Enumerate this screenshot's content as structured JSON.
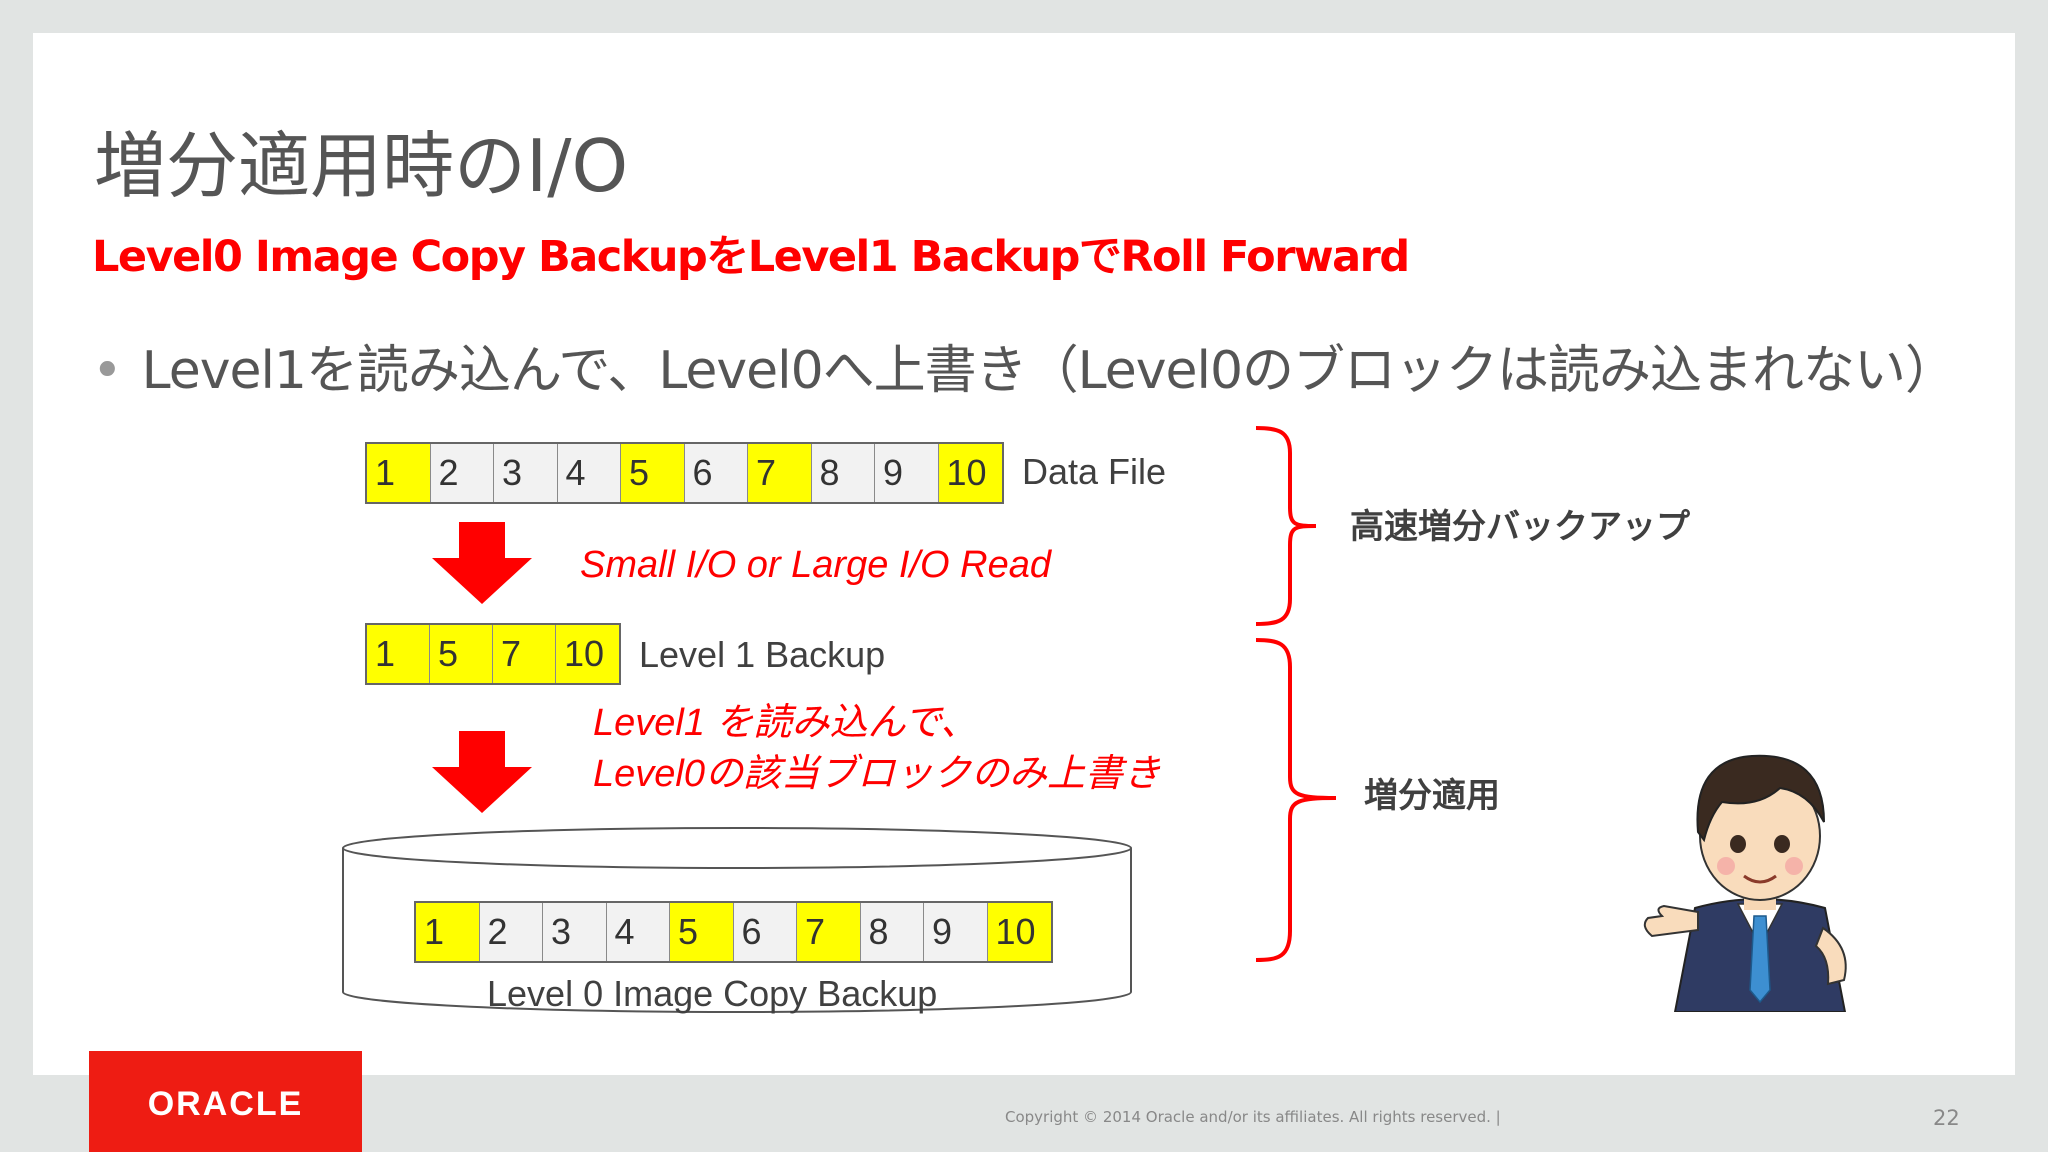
{
  "slide": {
    "title": "増分適用時のI/O",
    "subtitle": "Level0 Image Copy BackupをLevel1 BackupでRoll Forward",
    "bullet": "Level1を読み込んで、Level0へ上書き（Level0のブロックは読み込まれない）",
    "bullet_symbol": "•"
  },
  "diagram": {
    "data_file": {
      "label": "Data File",
      "cells": [
        {
          "value": "1",
          "highlight": true
        },
        {
          "value": "2",
          "highlight": false
        },
        {
          "value": "3",
          "highlight": false
        },
        {
          "value": "4",
          "highlight": false
        },
        {
          "value": "5",
          "highlight": true
        },
        {
          "value": "6",
          "highlight": false
        },
        {
          "value": "7",
          "highlight": true
        },
        {
          "value": "8",
          "highlight": false
        },
        {
          "value": "9",
          "highlight": false
        },
        {
          "value": "10",
          "highlight": true
        }
      ]
    },
    "read_note": "Small I/O or Large I/O Read",
    "level1_backup": {
      "label": "Level 1 Backup",
      "cells": [
        {
          "value": "1",
          "highlight": true
        },
        {
          "value": "5",
          "highlight": true
        },
        {
          "value": "7",
          "highlight": true
        },
        {
          "value": "10",
          "highlight": true
        }
      ]
    },
    "apply_note_line1": "Level1 を読み込んで、",
    "apply_note_line2": "Level0の該当ブロックのみ上書き",
    "level0_backup": {
      "label": "Level 0 Image Copy Backup",
      "cells": [
        {
          "value": "1",
          "highlight": true
        },
        {
          "value": "2",
          "highlight": false
        },
        {
          "value": "3",
          "highlight": false
        },
        {
          "value": "4",
          "highlight": false
        },
        {
          "value": "5",
          "highlight": true
        },
        {
          "value": "6",
          "highlight": false
        },
        {
          "value": "7",
          "highlight": true
        },
        {
          "value": "8",
          "highlight": false
        },
        {
          "value": "9",
          "highlight": false
        },
        {
          "value": "10",
          "highlight": true
        }
      ]
    },
    "brace_label_top": "高速増分バックアップ",
    "brace_label_bottom": "増分適用",
    "colors": {
      "highlight": "#ffff00",
      "cell": "#f2f2f2",
      "arrow": "#ff0000",
      "brace": "#ff0000",
      "accent_text": "#ff0000"
    }
  },
  "footer": {
    "copyright": "Copyright © 2014 Oracle and/or its affiliates. All rights reserved.  |",
    "page_number": "22",
    "logo": "ORACLE"
  },
  "illustration": {
    "icon": "presenter-character-icon"
  }
}
